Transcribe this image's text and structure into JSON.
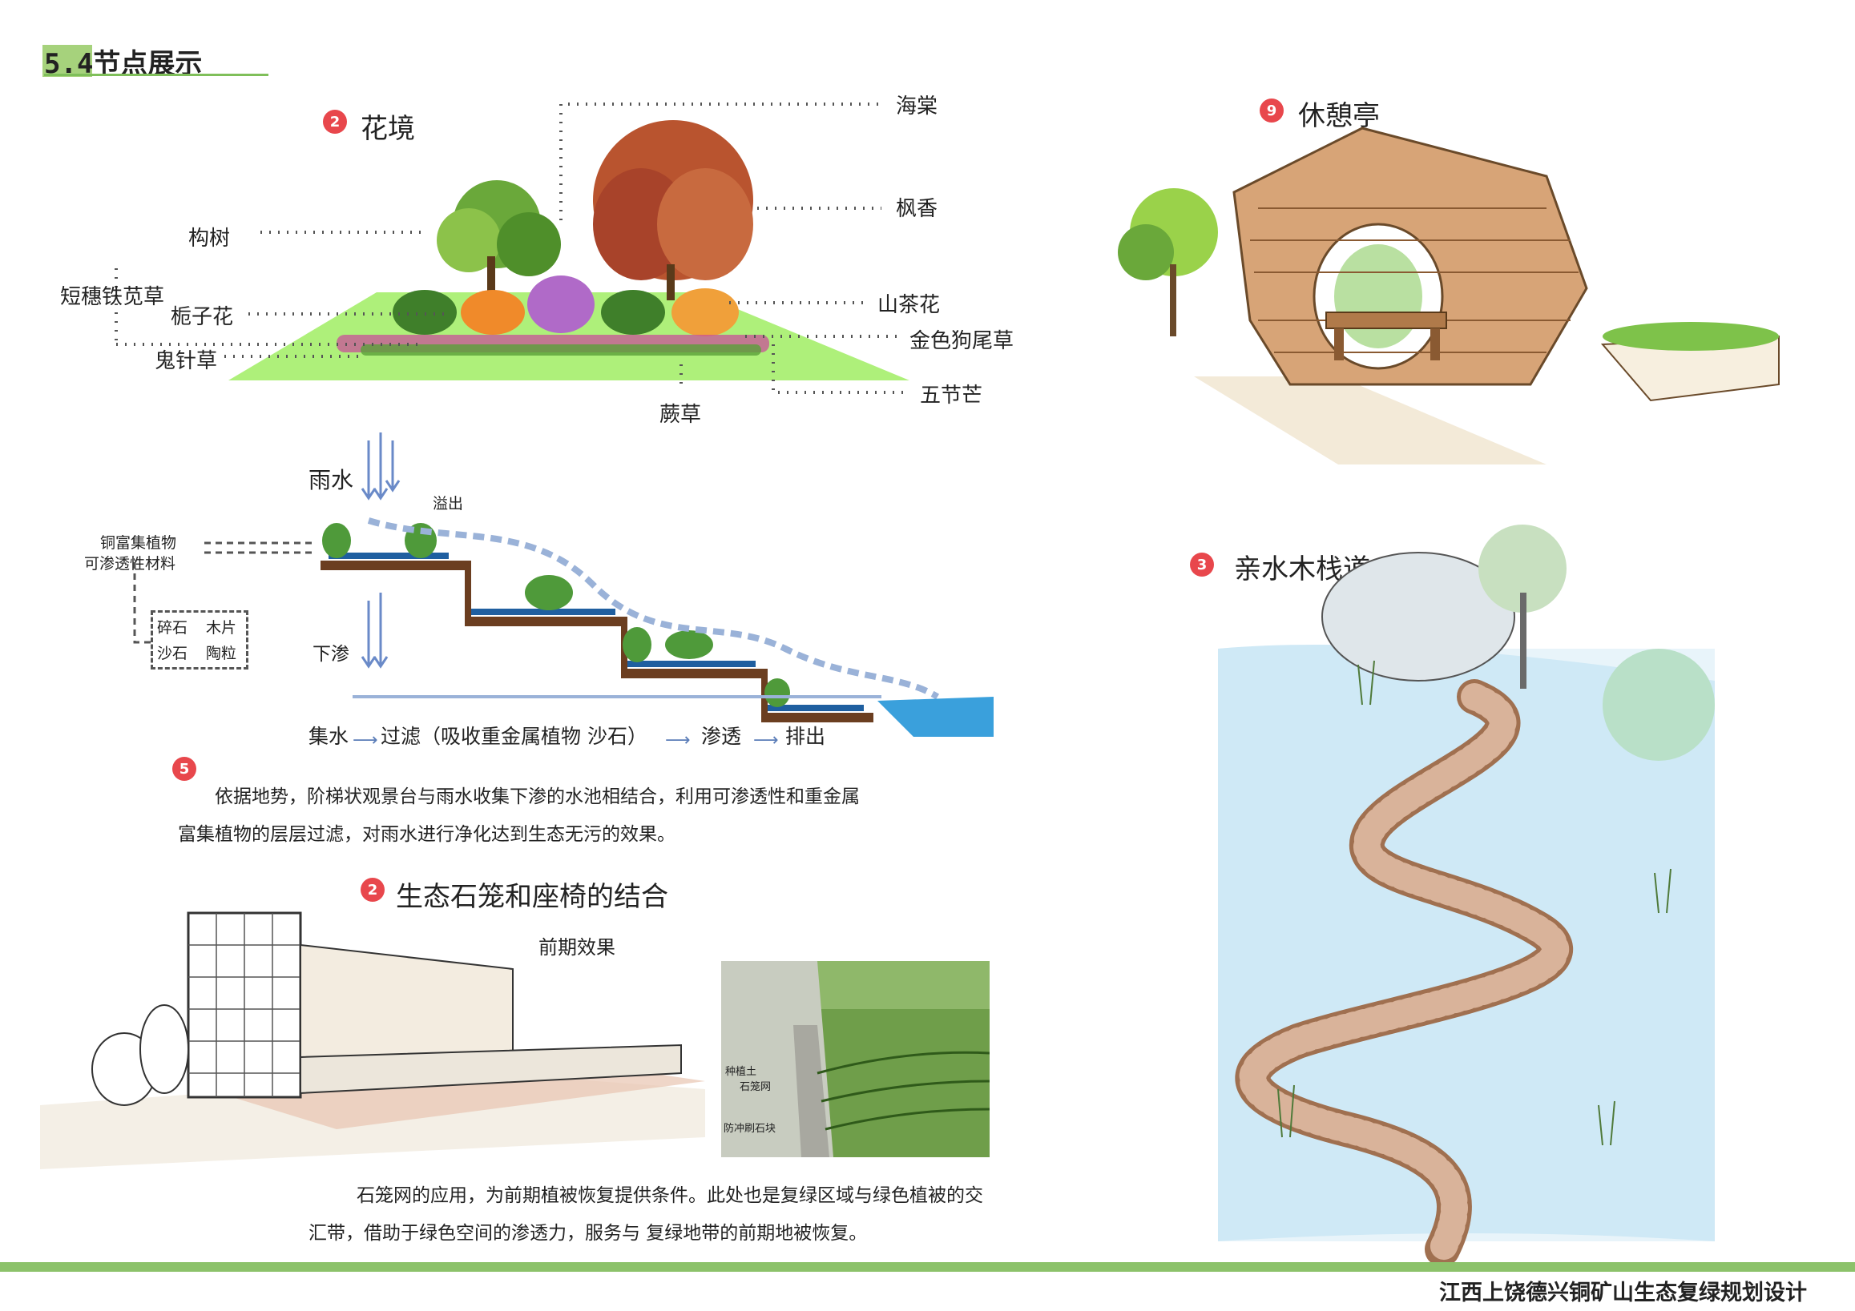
{
  "section": {
    "number": "5.4",
    "title": "节点展示"
  },
  "flower_border": {
    "badge": "2",
    "title": "花境",
    "labels": {
      "haitang": "海棠",
      "gou_shu": "构树",
      "feng_xiang": "枫香",
      "duansui": "短穗铁苋草",
      "zhizi": "栀子花",
      "shancha": "山茶花",
      "jinse": "金色狗尾草",
      "guizhen": "鬼针草",
      "wujiemang": "五节芒",
      "jue_cao": "蕨草"
    }
  },
  "pavilion": {
    "badge": "9",
    "title": "休憩亭"
  },
  "boardwalk": {
    "badge": "3",
    "title": "亲水木栈道"
  },
  "rain_section": {
    "rain": "雨水",
    "overflow": "溢出",
    "infiltrate": "下渗",
    "legend_top_1": "铜富集植物",
    "legend_top_2": "可渗透性材料",
    "legend_box": {
      "a": "碎石",
      "b": "木片",
      "c": "沙石",
      "d": "陶粒"
    },
    "flow": {
      "s1": "集水",
      "s2": "过滤（吸收重金属植物 沙石）",
      "s3": "渗透",
      "s4": "排出"
    },
    "badge": "5",
    "desc_1": "依据地势，阶梯状观景台与雨水收集下渗的水池相结合，利用可渗透性和重金属",
    "desc_2": "富集植物的层层过滤，对雨水进行净化达到生态无污的效果。"
  },
  "gabion": {
    "badge": "2",
    "title": "生态石笼和座椅的结合",
    "subtitle": "前期效果",
    "photo_labels": {
      "a": "种植土",
      "b": "石笼网",
      "c": "防冲刷石块"
    },
    "desc_1": "石笼网的应用，为前期植被恢复提供条件。此处也是复绿区域与绿色植被的交",
    "desc_2": "汇带，借助于绿色空间的渗透力，服务与 复绿地带的前期地被恢复。"
  },
  "footer": "江西上饶德兴铜矿山生态复绿规划设计",
  "colors": {
    "accent_green": "#8cc26a",
    "badge_red": "#e8474c"
  }
}
